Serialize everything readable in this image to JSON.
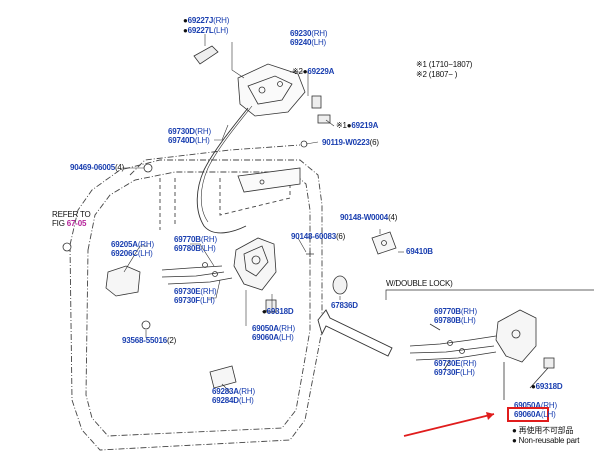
{
  "colors": {
    "part_number": "#1a3fb0",
    "line": "#333333",
    "highlight": "#e01c1c",
    "ref": "#b5249a"
  },
  "legend_period": {
    "l1": "※1 (1710−1807)",
    "l2": "※2 (1807−        )"
  },
  "refer": {
    "l1": "REFER TO",
    "l2": "FIG",
    "fig": "67-05"
  },
  "double_lock_title": "W/DOUBLE LOCK)",
  "parts": {
    "p69227": {
      "a": "69227J",
      "as": "(RH)",
      "b": "69227L",
      "bs": "(LH)"
    },
    "p69230": {
      "a": "69230",
      "as": "(RH)",
      "b": "69240",
      "bs": "(LH)"
    },
    "p69229A": {
      "mark": "※2",
      "id": "69229A"
    },
    "p69219A": {
      "mark": "※1",
      "id": "69219A"
    },
    "p90119": {
      "id": "90119-W0223",
      "qty": "(6)"
    },
    "p69730D": {
      "a": "69730D",
      "as": "(RH)",
      "b": "69740D",
      "bs": "(LH)"
    },
    "p90469": {
      "id": "90469-06005",
      "qty": "(4)"
    },
    "p90148w": {
      "id": "90148-W0004",
      "qty": "(4)"
    },
    "p90148": {
      "id": "90148-60083",
      "qty": "(6)"
    },
    "p69410B": {
      "id": "69410B"
    },
    "p69205A": {
      "a": "69205A",
      "as": "(RH)",
      "b": "69206C",
      "bs": "(LH)"
    },
    "p69770B": {
      "a": "69770B",
      "as": "(RH)",
      "b": "69780B",
      "bs": "(LH)"
    },
    "p69730E": {
      "a": "69730E",
      "as": "(RH)",
      "b": "69730F",
      "bs": "(LH)"
    },
    "p69318D": {
      "id": "69318D"
    },
    "p67836D": {
      "id": "67836D"
    },
    "p93568": {
      "id": "93568-55016",
      "qty": "(2)"
    },
    "p69050A": {
      "a": "69050A",
      "as": "(RH)",
      "b": "69060A",
      "bs": "(LH)"
    },
    "p69283A": {
      "a": "69283A",
      "as": "(RH)",
      "b": "69284D",
      "bs": "(LH)"
    },
    "dl_69770B": {
      "a": "69770B",
      "as": "(RH)",
      "b": "69780B",
      "bs": "(LH)"
    },
    "dl_69730E": {
      "a": "69730E",
      "as": "(RH)",
      "b": "69730F",
      "bs": "(LH)"
    },
    "dl_69318D": {
      "id": "69318D"
    },
    "dl_69050A": {
      "a": "69050A",
      "as": "(RH)",
      "b": "69060A",
      "bs": "(LH)"
    }
  },
  "footer_legend": {
    "l1": "再使用不可部品",
    "l2": "Non-reusable part"
  }
}
